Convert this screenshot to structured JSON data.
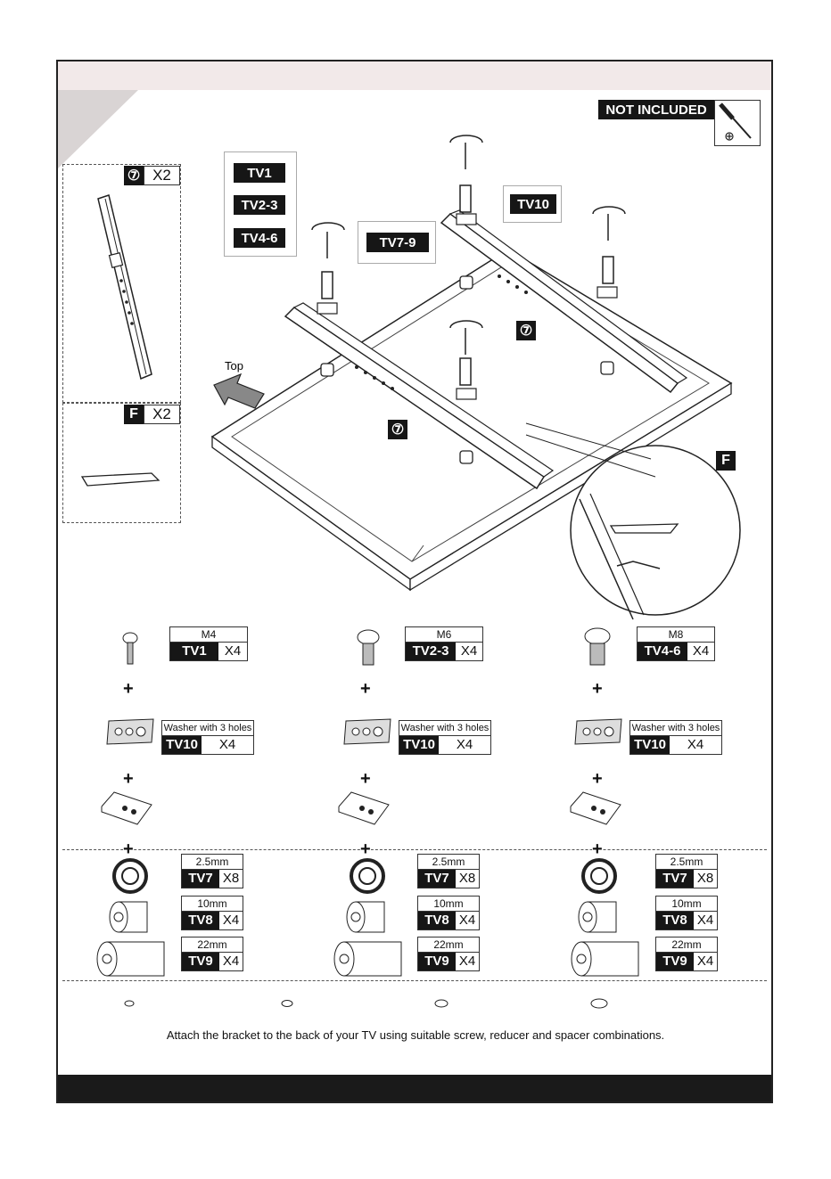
{
  "not_included": "NOT INCLUDED",
  "callouts": {
    "tv1": "TV1",
    "tv23": "TV2-3",
    "tv46": "TV4-6",
    "tv79": "TV7-9",
    "tv10": "TV10",
    "part7": "⑦",
    "partF": "F",
    "top": "Top"
  },
  "parts_list": {
    "p7_id": "⑦",
    "p7_qty": "X2",
    "pF_id": "F",
    "pF_qty": "X2"
  },
  "columns": [
    {
      "screw_size": "M4",
      "screw_code": "TV1",
      "screw_qty": "X4",
      "washer_name": "Washer with 3 holes",
      "washer_code": "TV10",
      "washer_qty": "X4"
    },
    {
      "screw_size": "M6",
      "screw_code": "TV2-3",
      "screw_qty": "X4",
      "washer_name": "Washer with 3 holes",
      "washer_code": "TV10",
      "washer_qty": "X4"
    },
    {
      "screw_size": "M8",
      "screw_code": "TV4-6",
      "screw_qty": "X4",
      "washer_name": "Washer with 3 holes",
      "washer_code": "TV10",
      "washer_qty": "X4"
    }
  ],
  "spacers": [
    {
      "size": "2.5mm",
      "code": "TV7",
      "qty": "X8"
    },
    {
      "size": "10mm",
      "code": "TV8",
      "qty": "X4"
    },
    {
      "size": "22mm",
      "code": "TV9",
      "qty": "X4"
    }
  ],
  "plus_sign": "+",
  "instruction": "Attach the bracket to the back of your TV using suitable screw, reducer and spacer combinations."
}
